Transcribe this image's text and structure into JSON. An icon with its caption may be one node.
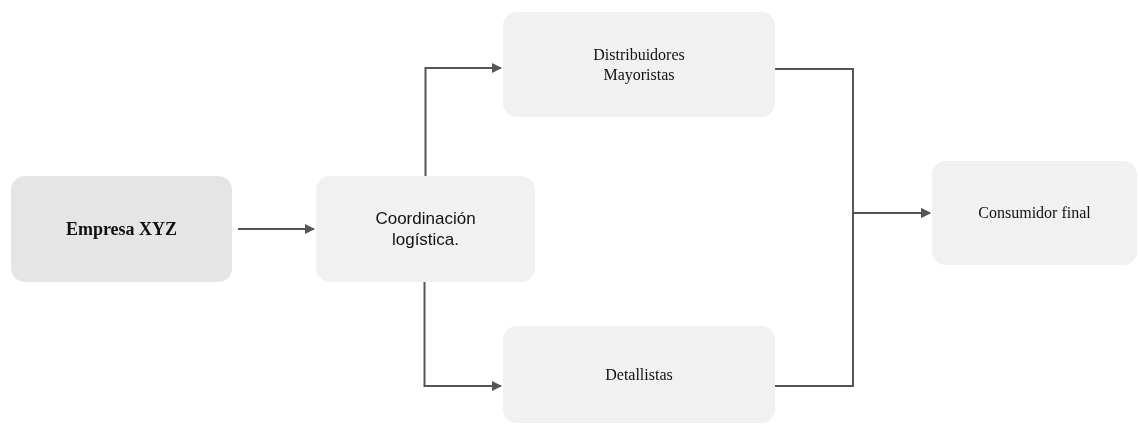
{
  "diagram": {
    "nodes": [
      {
        "text": [
          "Empresa XYZ"
        ]
      },
      {
        "text": [
          "Coordinación logística."
        ]
      },
      {
        "text": [
          "Distribuidores Mayoristas"
        ]
      },
      {
        "text": [
          "Detallistas"
        ]
      },
      {
        "text": [
          "Consumidor final"
        ]
      }
    ],
    "edges": [
      {
        "from": 0,
        "to": 1,
        "arrow": "to"
      },
      {
        "from": 1,
        "to": 2,
        "arrow": "to"
      },
      {
        "from": 1,
        "to": 3,
        "arrow": "to"
      },
      {
        "from": 2,
        "to": 4,
        "arrow": "to"
      },
      {
        "from": 3,
        "to": 4,
        "arrow": "to"
      }
    ]
  }
}
